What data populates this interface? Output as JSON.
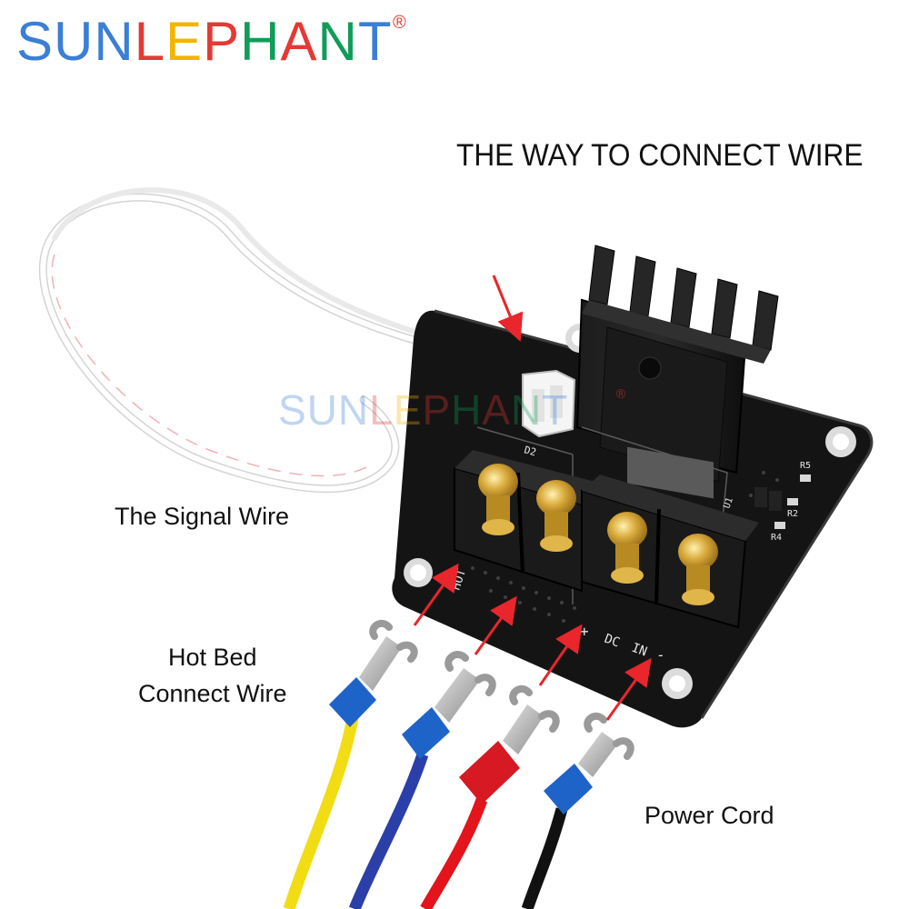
{
  "brand": {
    "name": "SUNLEPHANT",
    "registered_mark": "®",
    "letter_colors": [
      "#3a7fd5",
      "#3a7fd5",
      "#3a7fd5",
      "#e53935",
      "#f4b400",
      "#e53935",
      "#0f9d58",
      "#e53935",
      "#0f9d58",
      "#3a7fd5"
    ]
  },
  "heading": "THE WAY TO CONNECT WIRE",
  "labels": {
    "signal_wire": "The Signal Wire",
    "hot_bed_line1": "Hot Bed",
    "hot_bed_line2": "Connect Wire",
    "power_cord": "Power Cord"
  },
  "board_silkscreen": {
    "hot": "HOT",
    "plus": "+",
    "dc": "DC",
    "in": "IN",
    "minus": "-",
    "d2": "D2",
    "r5": "R5",
    "r2": "R2",
    "r4": "R4",
    "u1": "U1"
  },
  "colors": {
    "arrow": "#e8262b",
    "board": "#141414",
    "terminal_gold": "#c99a2e",
    "wire_yellow": "#f2dc14",
    "wire_blue": "#2b3fa8",
    "wire_red": "#e3141b",
    "wire_black": "#111111",
    "sleeve_blue": "#1e63c8",
    "sleeve_red": "#d71923"
  }
}
